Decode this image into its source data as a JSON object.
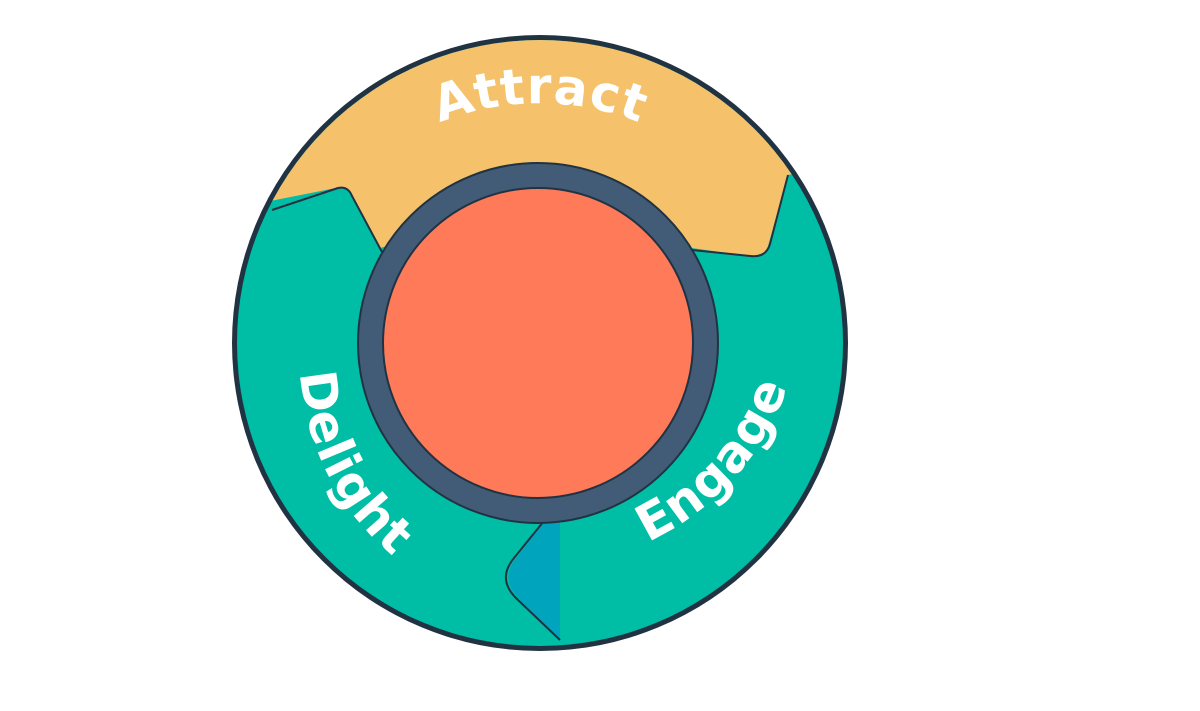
{
  "diagram": {
    "segments": [
      {
        "id": "attract",
        "label": "Attract",
        "color": "#F5C26B"
      },
      {
        "id": "engage",
        "label": "Engage",
        "color": "#00BDA5"
      },
      {
        "id": "delight",
        "label": "Delight",
        "color": "#00A4BD"
      }
    ],
    "hub": {
      "color": "#FF7A59",
      "ring_color": "#425B76"
    },
    "outline_color": "#213343",
    "background": "#FFFFFF"
  }
}
